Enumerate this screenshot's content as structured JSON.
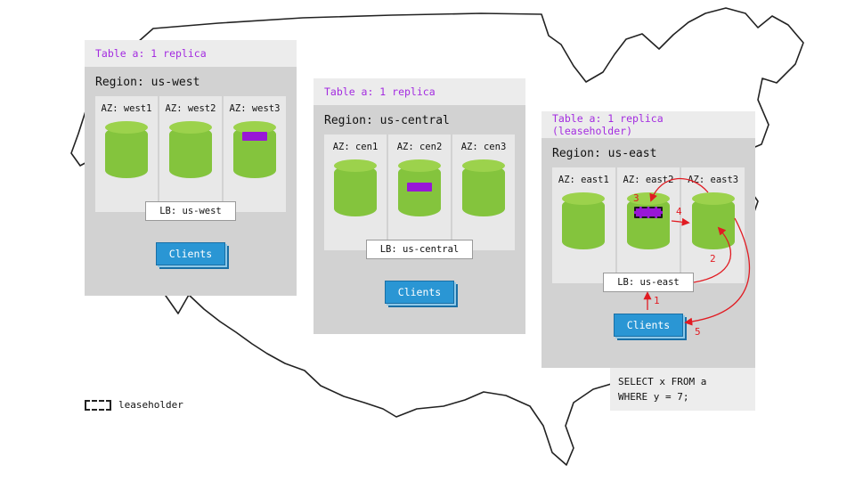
{
  "regions": [
    {
      "name": "us-west",
      "table_label": "Table a: 1 replica",
      "region_label": "Region: us-west",
      "azs": [
        {
          "label": "AZ: west1"
        },
        {
          "label": "AZ: west2"
        },
        {
          "label": "AZ: west3"
        }
      ],
      "lb_label": "LB: us-west",
      "clients_label": "Clients"
    },
    {
      "name": "us-central",
      "table_label": "Table a: 1 replica",
      "region_label": "Region: us-central",
      "azs": [
        {
          "label": "AZ: cen1"
        },
        {
          "label": "AZ: cen2"
        },
        {
          "label": "AZ: cen3"
        }
      ],
      "lb_label": "LB: us-central",
      "clients_label": "Clients"
    },
    {
      "name": "us-east",
      "table_label": "Table a: 1 replica (leaseholder)",
      "region_label": "Region: us-east",
      "azs": [
        {
          "label": "AZ: east1"
        },
        {
          "label": "AZ: east2"
        },
        {
          "label": "AZ: east3"
        }
      ],
      "lb_label": "LB: us-east",
      "clients_label": "Clients"
    }
  ],
  "arrows": {
    "labels": [
      "1",
      "2",
      "3",
      "4",
      "5"
    ]
  },
  "sql_note": {
    "line1": "SELECT x FROM a",
    "line2": "WHERE y = 7;"
  },
  "legend": {
    "label": "leaseholder"
  },
  "colors": {
    "replica_green": "#84c43d",
    "table_marker_purple": "#9817d6",
    "header_text_purple": "#a32be0",
    "clients_blue": "#2a96d4",
    "arrow_red": "#e11b22"
  }
}
